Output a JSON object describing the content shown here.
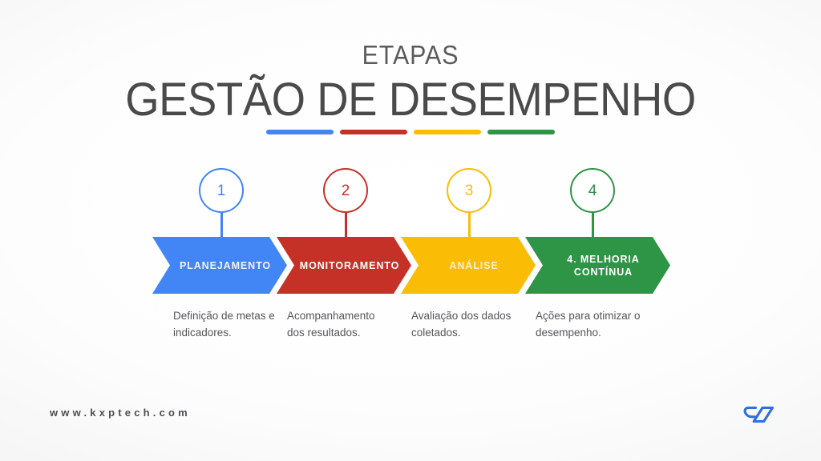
{
  "header": {
    "eyebrow": "ETAPAS",
    "headline": "GESTÃO DE DESEMPENHO"
  },
  "colors": {
    "blue": "#4285F4",
    "red": "#C63127",
    "yellow": "#FBBC05",
    "green": "#2E9446",
    "background": "#FAFAFA",
    "title_text": "#4A4A4A",
    "body_text": "#55565A",
    "logo": "#2F6FE0"
  },
  "divider": {
    "bars": [
      "blue",
      "red",
      "yellow",
      "green"
    ]
  },
  "steps": [
    {
      "number": "1",
      "label": "PLANEJAMENTO",
      "description": "Definição de metas e indicadores.",
      "color": "#4285F4",
      "color_name": "blue"
    },
    {
      "number": "2",
      "label": "MONITORAMENTO",
      "description": "Acompanhamento dos resultados.",
      "color": "#C63127",
      "color_name": "red"
    },
    {
      "number": "3",
      "label": "ANÁLISE",
      "description": "Avaliação dos dados coletados.",
      "color": "#FBBC05",
      "color_name": "yellow"
    },
    {
      "number": "4",
      "label": "4. MELHORIA CONTÍNUA",
      "description": "Ações para otimizar o desempenho.",
      "color": "#2E9446",
      "color_name": "green"
    }
  ],
  "footer": {
    "site_url": "www.kxptech.com",
    "logo_name": "kxptech-logo"
  }
}
